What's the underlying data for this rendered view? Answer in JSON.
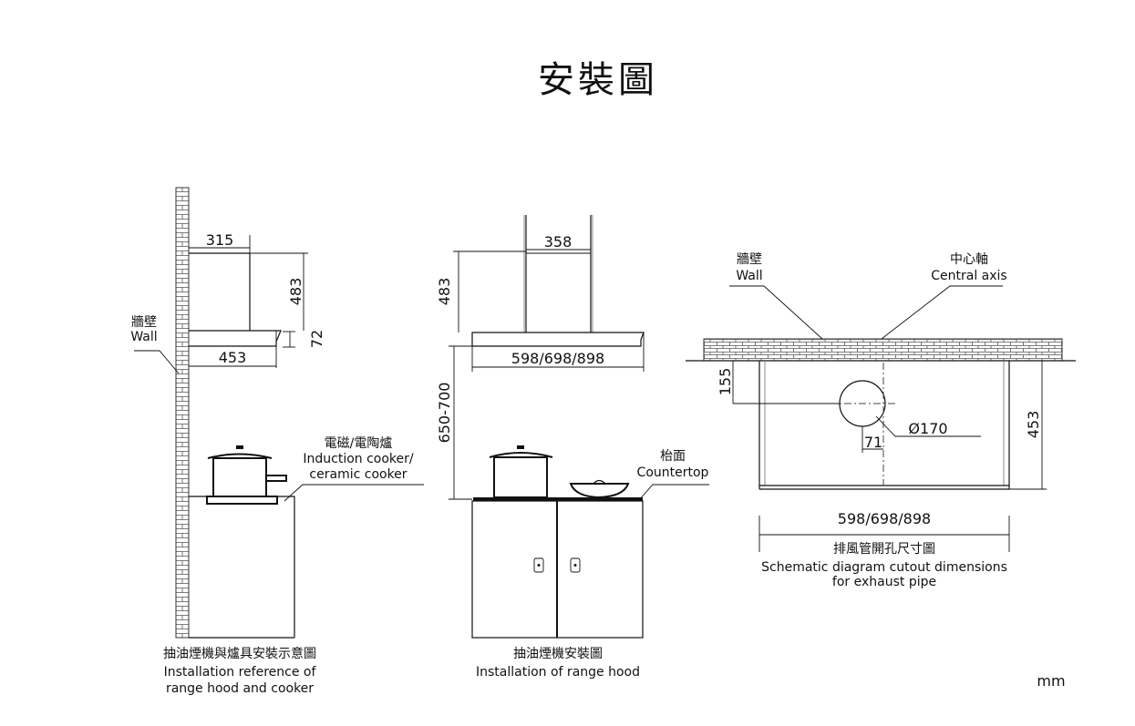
{
  "title": "安裝圖",
  "unit": "mm",
  "side_view": {
    "wall_label_zh": "牆壁",
    "wall_label_en": "Wall",
    "dim_top_depth": "315",
    "dim_hood_height": "483",
    "dim_canopy_thickness": "72",
    "dim_canopy_depth": "453",
    "cooker_label_zh": "電磁/電陶爐",
    "cooker_label_en_1": "Induction cooker/",
    "cooker_label_en_2": "ceramic cooker",
    "caption_zh": "抽油煙機與爐具安裝示意圖",
    "caption_en_1": "Installation reference of",
    "caption_en_2": "range hood and cooker"
  },
  "front_view": {
    "dim_chimney_width": "358",
    "dim_hood_height": "483",
    "dim_hood_width": "598/698/898",
    "dim_install_height": "650-700",
    "countertop_label_zh": "枱面",
    "countertop_label_en": "Countertop",
    "caption_zh": "抽油煙機安裝圖",
    "caption_en": "Installation of range hood"
  },
  "cutout_view": {
    "wall_label_zh": "牆壁",
    "wall_label_en": "Wall",
    "axis_label_zh": "中心軸",
    "axis_label_en": "Central axis",
    "dim_top_offset": "155",
    "dim_diameter": "Ø170",
    "dim_axis_offset": "71",
    "dim_depth": "453",
    "dim_width": "598/698/898",
    "caption_zh": "排風管開孔尺寸圖",
    "caption_en_1": "Schematic diagram cutout dimensions",
    "caption_en_2": "for exhaust pipe"
  }
}
